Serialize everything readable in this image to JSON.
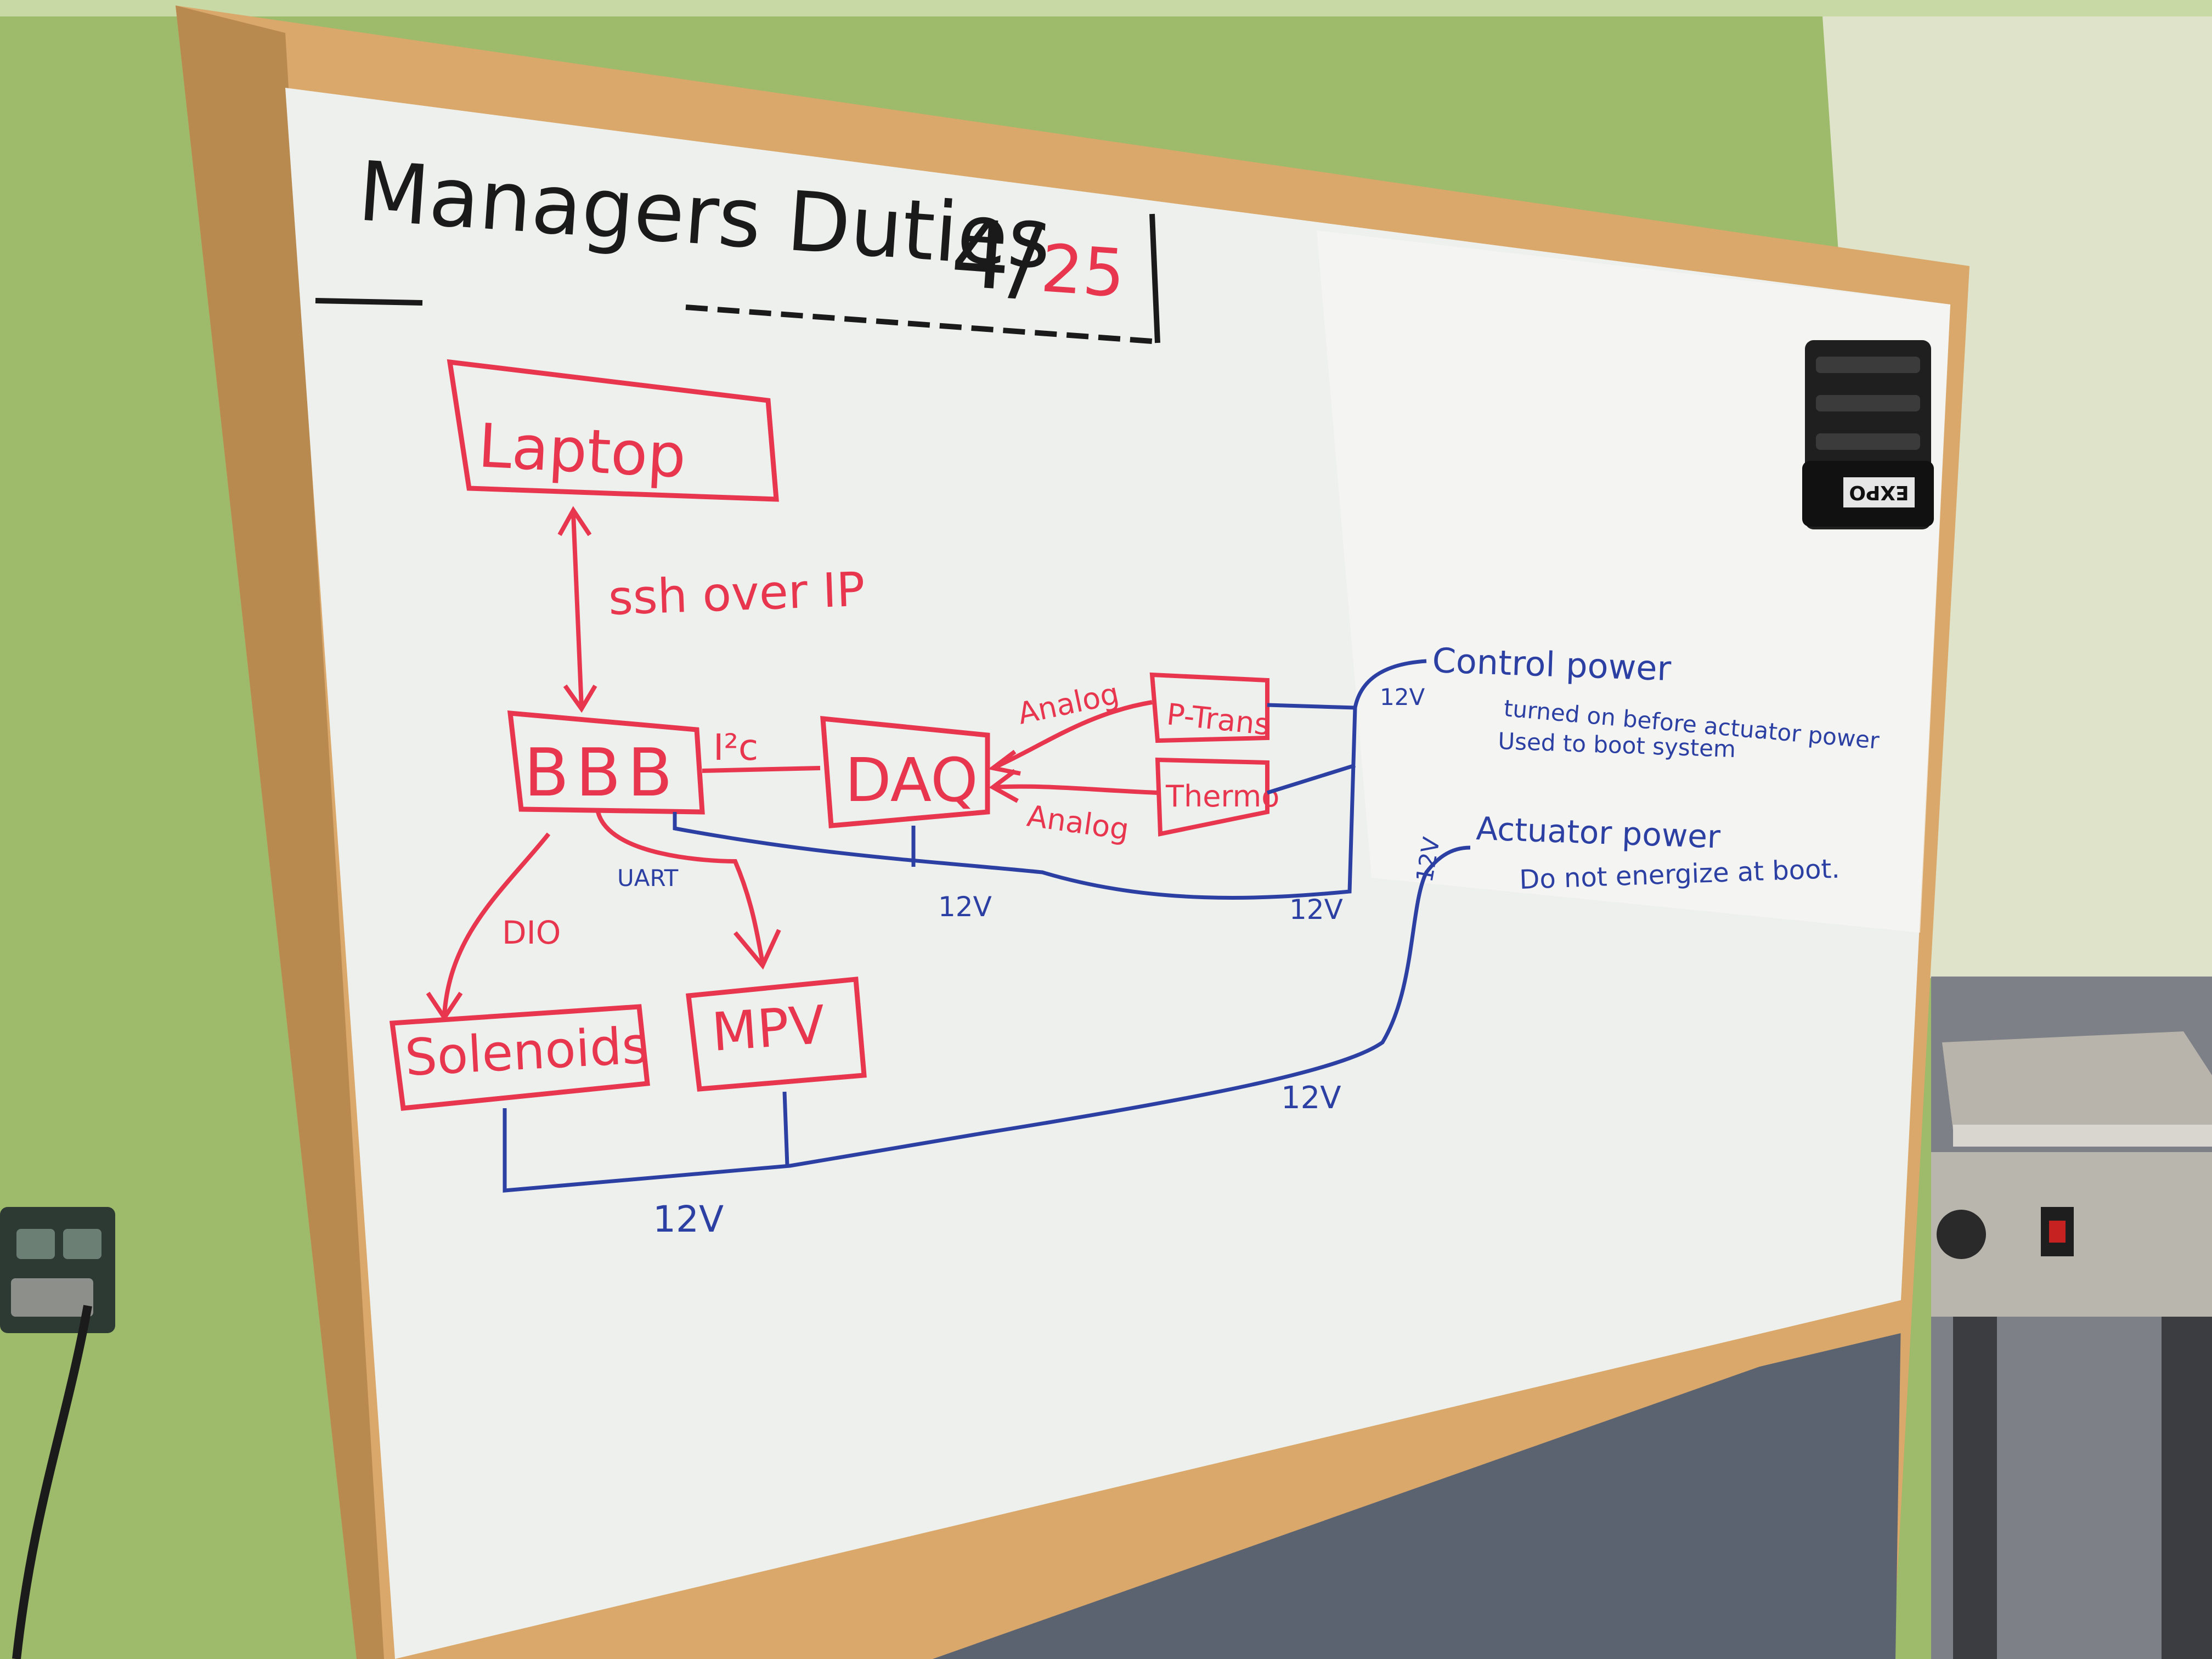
{
  "whiteboard": {
    "title": {
      "main": "Managers Duties",
      "date_month": "4/",
      "date_day": "25"
    },
    "boxes": {
      "laptop": "Laptop",
      "bbb": "BBB",
      "daq": "DAQ",
      "ptrans": "P-Trans",
      "thermo": "Thermo",
      "solenoids": "Solenoids",
      "mpv": "MPV"
    },
    "links": {
      "ssh": "ssh over IP",
      "i2c": "I²c",
      "analog_top": "Analog",
      "analog_bottom": "Analog",
      "uart": "UART",
      "dio": "DIO"
    },
    "power": {
      "control_title": "Control power",
      "control_note1": "turned on before actuator power",
      "control_note2": "Used to boot system",
      "control_voltage": "12V",
      "actuator_title": "Actuator power",
      "actuator_note": "Do not energize at boot.",
      "actuator_voltage": "12V",
      "bus_daq_voltage": "12V",
      "bus_sensors_voltage": "12V",
      "bus_mid_voltage": "12V",
      "bus_bottom_voltage": "12V"
    }
  },
  "marker_holder": {
    "brand": "EXPO"
  },
  "colors": {
    "wall": "#9dbb6a",
    "wall_right": "#dfe3c9",
    "frame": "#d9a86a",
    "board": "#eef0ed",
    "red_marker": "#e8364f",
    "blue_marker": "#2c3fa3",
    "black_marker": "#1a1a1a",
    "fabric": "#5b6270"
  }
}
